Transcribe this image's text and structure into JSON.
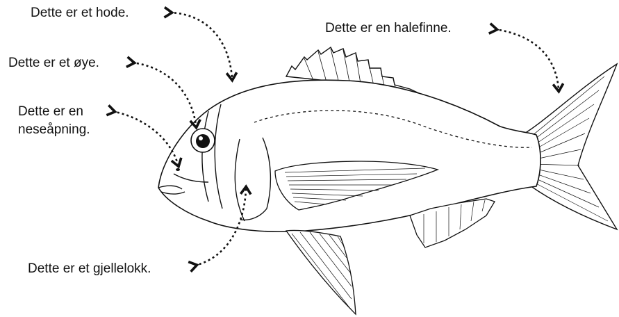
{
  "labels": {
    "head": "Dette er et hode.",
    "eye": "Dette er et øye.",
    "nostril_line1": "Dette er en",
    "nostril_line2": "neseåpning.",
    "gill_cover": "Dette er et gjellelokk.",
    "tail_fin": "Dette er en halefinne."
  },
  "colors": {
    "ink": "#111111",
    "background": "#ffffff"
  }
}
